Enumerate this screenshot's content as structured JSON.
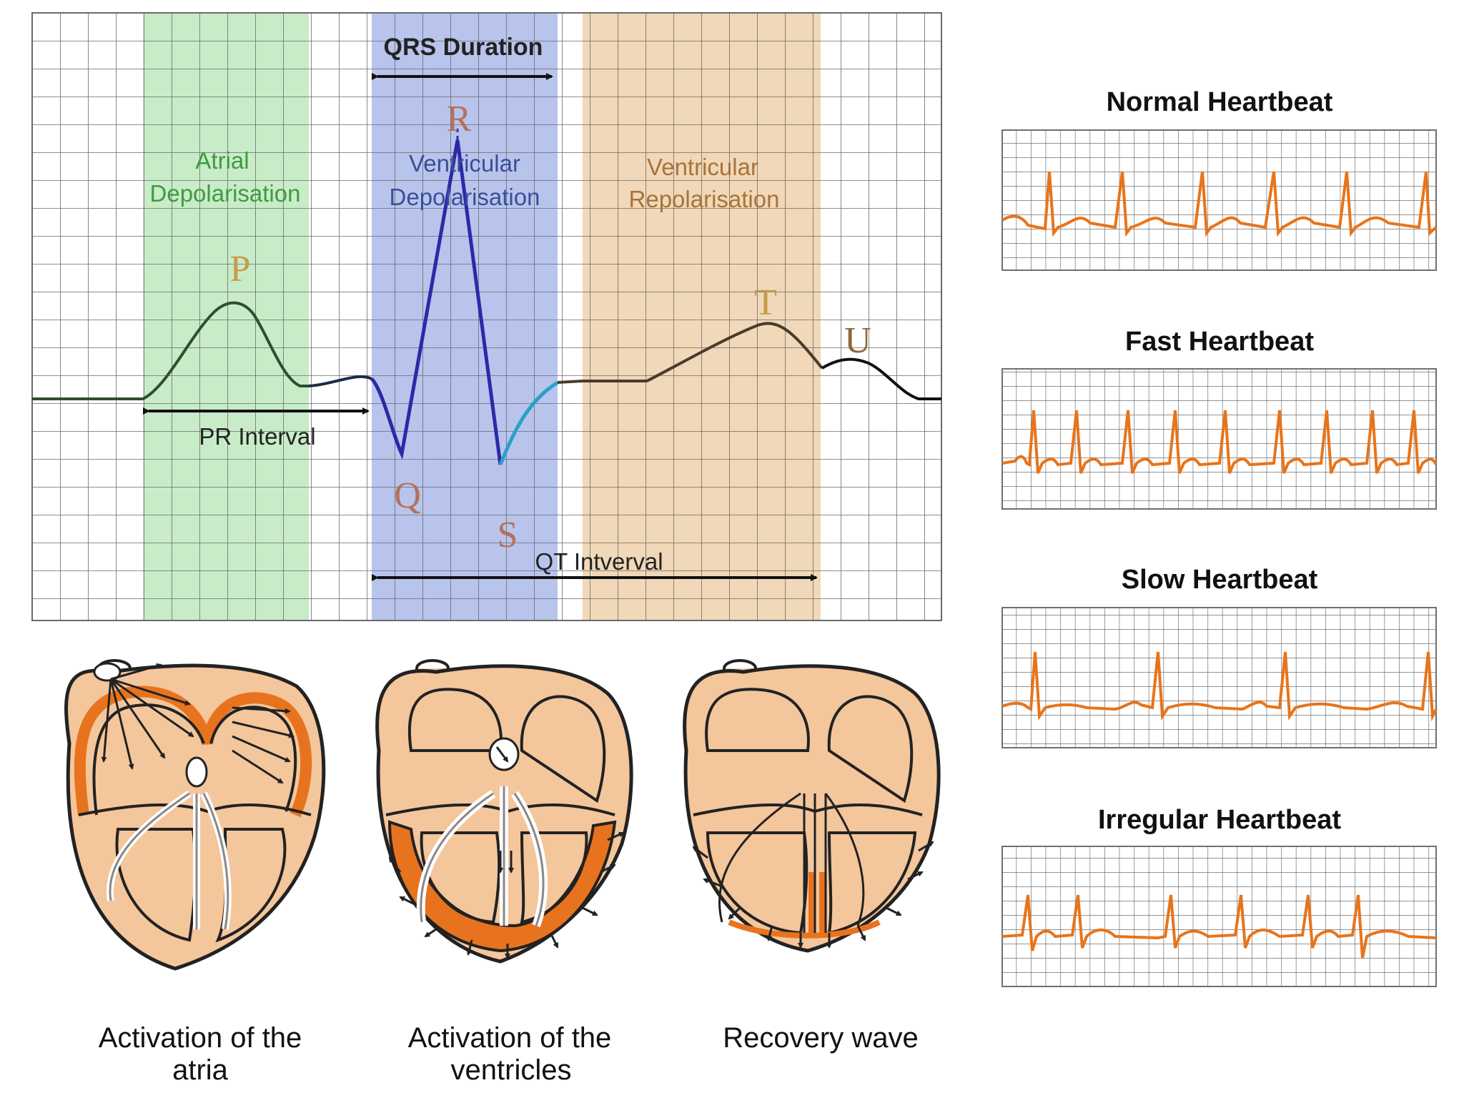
{
  "main_ecg": {
    "qrs_duration": "QRS Duration",
    "atrial_line1": "Atrial",
    "atrial_line2": "Depolarisation",
    "vent_depol_line1": "Ventricular",
    "vent_depol_line2": "Depolarisation",
    "vent_repol_line1": "Ventricular",
    "vent_repol_line2": "Repolarisation",
    "wave_p": "P",
    "wave_q": "Q",
    "wave_r": "R",
    "wave_s": "S",
    "wave_t": "T",
    "wave_u": "U",
    "pr_interval": "PR Interval",
    "qt_interval": "QT Intverval"
  },
  "heartbeats": [
    {
      "title": "Normal Heartbeat"
    },
    {
      "title": "Fast Heartbeat"
    },
    {
      "title": "Slow Heartbeat"
    },
    {
      "title": "Irregular Heartbeat"
    }
  ],
  "hearts": [
    {
      "line1": "Activation of the",
      "line2": "atria"
    },
    {
      "line1": "Activation of the",
      "line2": "ventricles"
    },
    {
      "line1": "Recovery wave",
      "line2": ""
    }
  ],
  "colors": {
    "atrial_band": "#c8ecc8",
    "qrs_band": "#b8c4ec",
    "repol_band": "#f0d8b8",
    "grid": "#6a6a6a",
    "trace_orange": "#e8741a",
    "heart_fill": "#f4c69c",
    "heart_orange": "#e8731e",
    "atrial_text": "#3f9a3f",
    "qrs_text": "#3a4f9a",
    "repol_text": "#a8733a",
    "wave_label": "#c79a4a"
  }
}
